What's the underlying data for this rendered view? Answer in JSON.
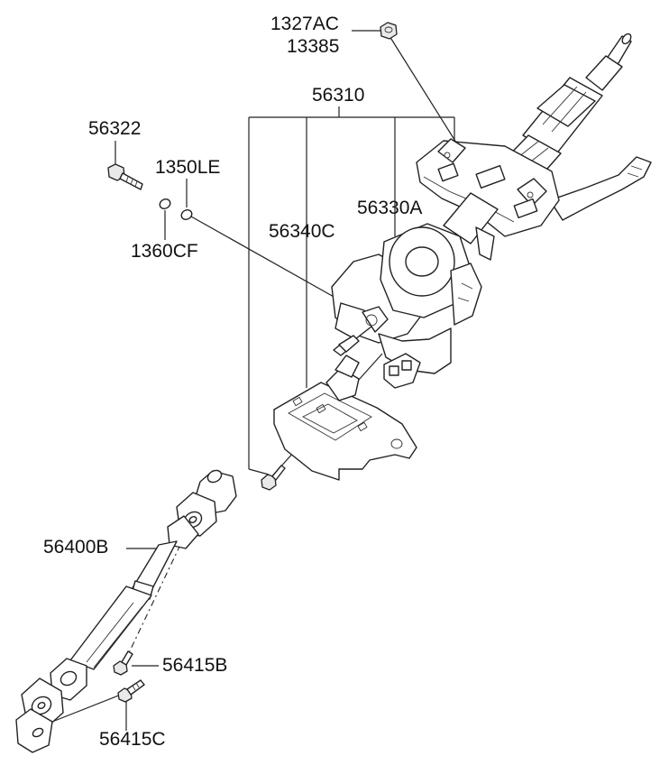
{
  "labels": {
    "l_1327ac": "1327AC",
    "l_13385": "13385",
    "l_56310": "56310",
    "l_56322": "56322",
    "l_1350le": "1350LE",
    "l_1360cf": "1360CF",
    "l_56330a": "56330A",
    "l_56340c": "56340C",
    "l_56400b": "56400B",
    "l_56415b": "56415B",
    "l_56415c": "56415C"
  },
  "colors": {
    "line": "#222222",
    "background": "#ffffff"
  }
}
